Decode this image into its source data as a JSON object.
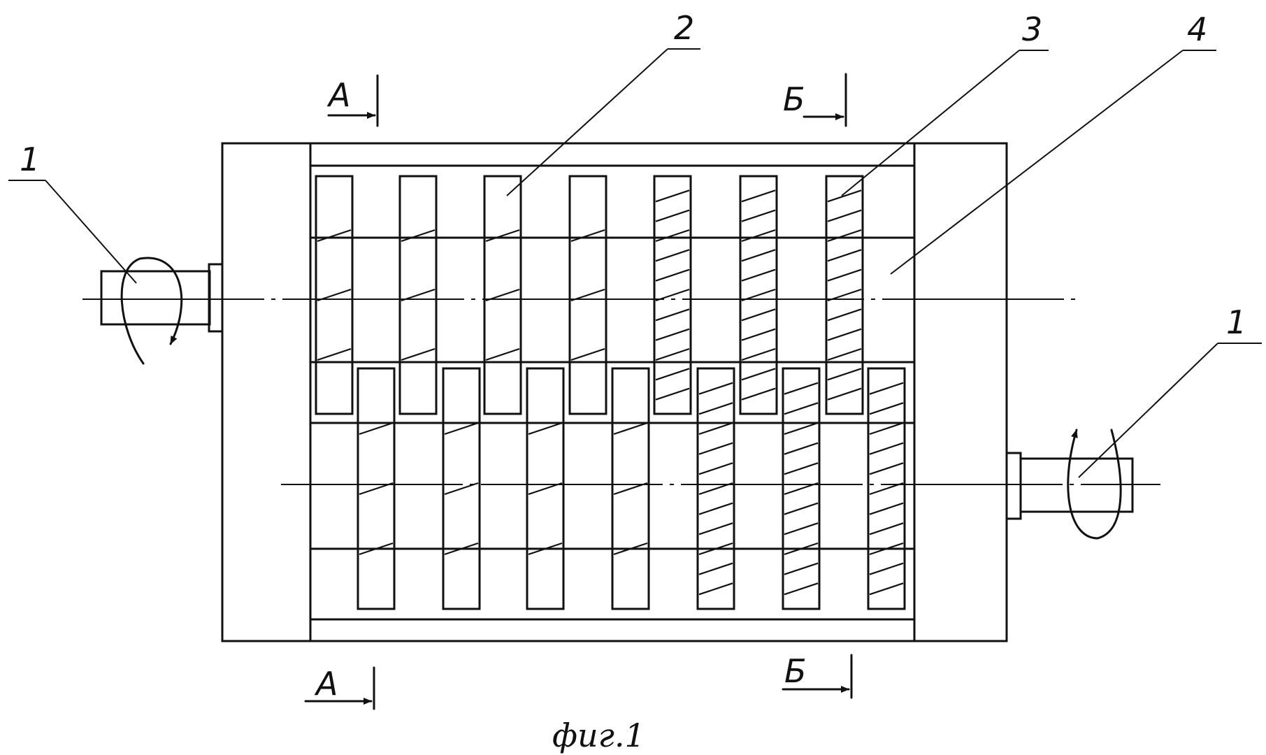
{
  "figure": {
    "caption": "фиг.1",
    "callouts": [
      {
        "id": "shaft-left",
        "text": "1"
      },
      {
        "id": "blade",
        "text": "2"
      },
      {
        "id": "blade-hatched",
        "text": "3"
      },
      {
        "id": "housing",
        "text": "4"
      },
      {
        "id": "shaft-right",
        "text": "1"
      }
    ],
    "sections": [
      {
        "id": "section-a-top",
        "text": "А"
      },
      {
        "id": "section-b-top",
        "text": "Б"
      },
      {
        "id": "section-a-bottom",
        "text": "А"
      },
      {
        "id": "section-b-bottom",
        "text": "Б"
      }
    ]
  }
}
